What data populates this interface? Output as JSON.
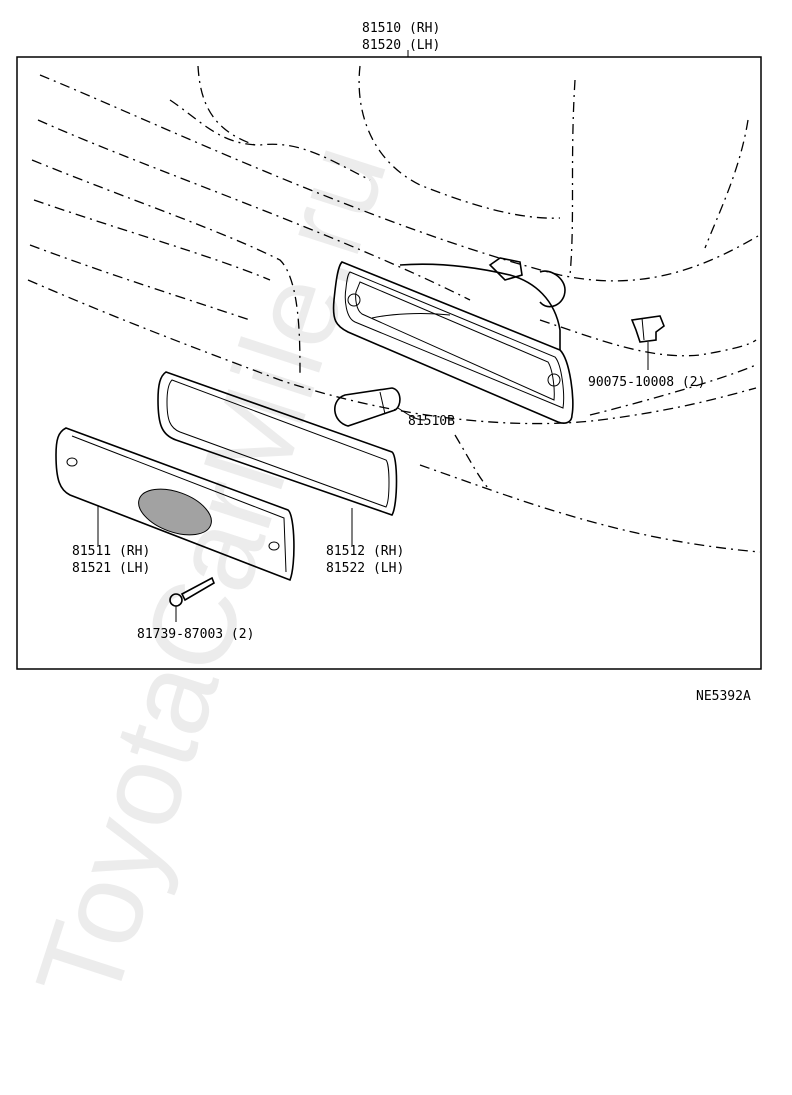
{
  "diagram": {
    "main_part_label": [
      "81510 (RH)",
      "81520 (LH)"
    ],
    "clip_label": "90075-10008 (2)",
    "bulb_label": "81510B",
    "lens_label": [
      "81511 (RH)",
      "81521 (LH)"
    ],
    "gasket_label": [
      "81512 (RH)",
      "81522 (LH)"
    ],
    "screw_label": "81739-87003 (2)",
    "figure_code": "NE5392A",
    "watermark": "ToyotaCarMile.ru"
  }
}
